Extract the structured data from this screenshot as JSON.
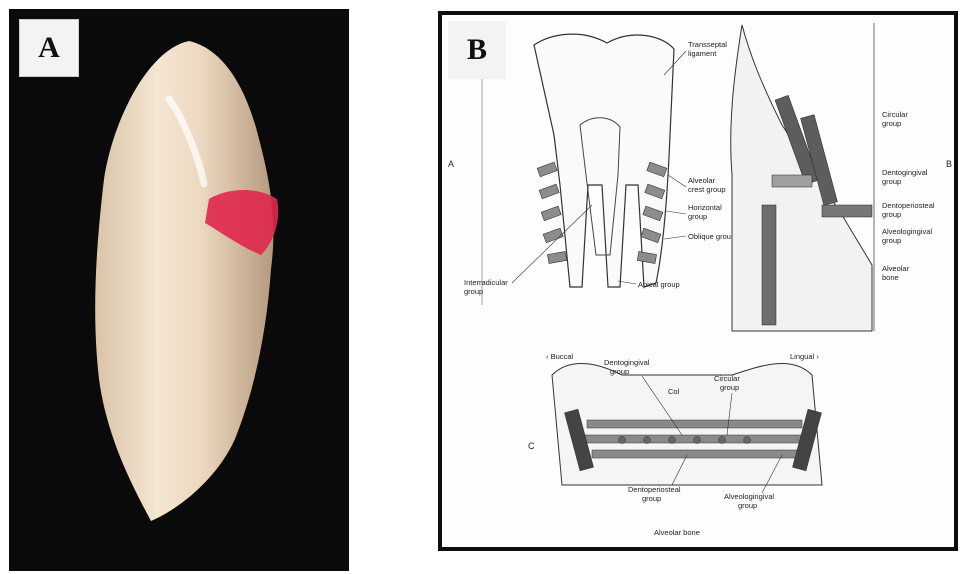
{
  "panel_a": {
    "label": "A"
  },
  "panel_b": {
    "label": "B",
    "sub_a": "A",
    "sub_b": "B",
    "sub_c": "C",
    "top_left_labels": {
      "transseptal": [
        "Transseptal",
        "ligament"
      ],
      "alveolar_crest": [
        "Alveolar",
        "crest group"
      ],
      "horizontal": [
        "Horizontal",
        "group"
      ],
      "oblique": "Oblique group",
      "interradicular": [
        "Interradicular",
        "group"
      ],
      "apical": "Apical group"
    },
    "top_right_labels": {
      "circular": [
        "Circular",
        "group"
      ],
      "dentogingival": [
        "Dentogingival",
        "group"
      ],
      "dentoperiosteal": [
        "Dentoperiosteal",
        "group"
      ],
      "alveologingival": [
        "Alveologingival",
        "group"
      ],
      "alveolar_bone": [
        "Alveolar",
        "bone"
      ]
    },
    "bottom_labels": {
      "buccal": "‹ Buccal",
      "lingual": "Lingual ›",
      "dentogingival": [
        "Dentogingival",
        "group"
      ],
      "col": "Col",
      "circular": [
        "Circular",
        "group"
      ],
      "dentoperiosteal": [
        "Dentoperiosteal",
        "group"
      ],
      "alveologingival": [
        "Alveologingival",
        "group"
      ],
      "alveolar_bone": "Alveolar bone"
    }
  }
}
